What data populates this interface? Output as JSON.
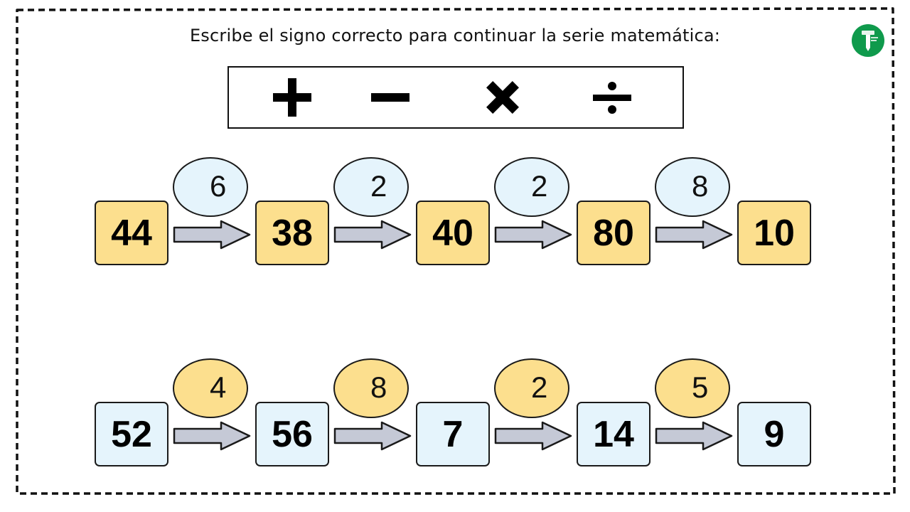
{
  "title": "Escribe el signo correcto para continuar la serie matemática:",
  "signs": [
    {
      "name": "plus-icon",
      "glyph": "+"
    },
    {
      "name": "minus-icon",
      "glyph": "−"
    },
    {
      "name": "times-icon",
      "glyph": "×"
    },
    {
      "name": "divide-icon",
      "glyph": "÷"
    }
  ],
  "series": [
    {
      "numbers": [
        "44",
        "38",
        "40",
        "80",
        "10"
      ],
      "operands": [
        "6",
        "2",
        "2",
        "8"
      ],
      "box_color": "#fcdf8e",
      "oval_color": "#e5f4fc"
    },
    {
      "numbers": [
        "52",
        "56",
        "7",
        "14",
        "9"
      ],
      "operands": [
        "4",
        "8",
        "2",
        "5"
      ],
      "box_color": "#e5f4fc",
      "oval_color": "#fcdf8e"
    }
  ],
  "colors": {
    "arrow_fill": "#c5c9d6",
    "logo": "#0f9a4c",
    "border": "#111111"
  }
}
